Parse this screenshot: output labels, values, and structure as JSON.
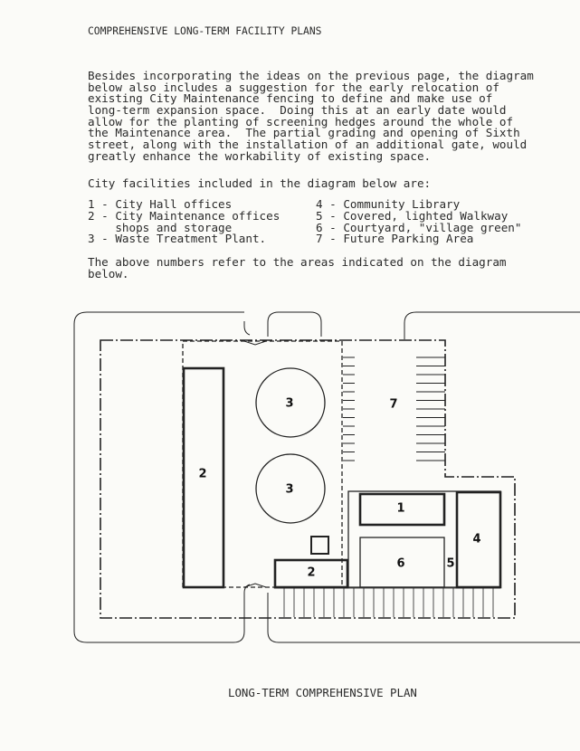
{
  "header": {
    "title": "COMPREHENSIVE LONG-TERM FACILITY PLANS"
  },
  "body": {
    "paragraph_lines": [
      "Besides incorporating the ideas on the previous page, the diagram",
      "below also includes a suggestion for the early relocation of",
      "existing City Maintenance fencing to define and make use of",
      "long-term expansion space.  Doing this at an early date would",
      "allow for the planting of screening hedges around the whole of",
      "the Maintenance area.  The partial grading and opening of Sixth",
      "street, along with the installation of an additional gate, would",
      "greatly enhance the workability of existing space."
    ],
    "intro": "City facilities included in the diagram below are:",
    "list_left": [
      "1 - City Hall offices",
      "2 - City Maintenance offices",
      "    shops and storage",
      "3 - Waste Treatment Plant."
    ],
    "list_right": [
      "4 - Community Library",
      "5 - Covered, lighted Walkway",
      "6 - Courtyard, \"village green\"",
      "7 - Future Parking Area"
    ],
    "note_lines": [
      "The above numbers refer to the areas indicated on the diagram",
      "below."
    ]
  },
  "diagram": {
    "labels": {
      "maint_large": "2",
      "plant_top": "3",
      "plant_bottom": "3",
      "parking": "7",
      "city_hall": "1",
      "maint_small": "2",
      "courtyard": "6",
      "walkway": "5",
      "library": "4"
    },
    "caption": "LONG-TERM COMPREHENSIVE PLAN"
  }
}
